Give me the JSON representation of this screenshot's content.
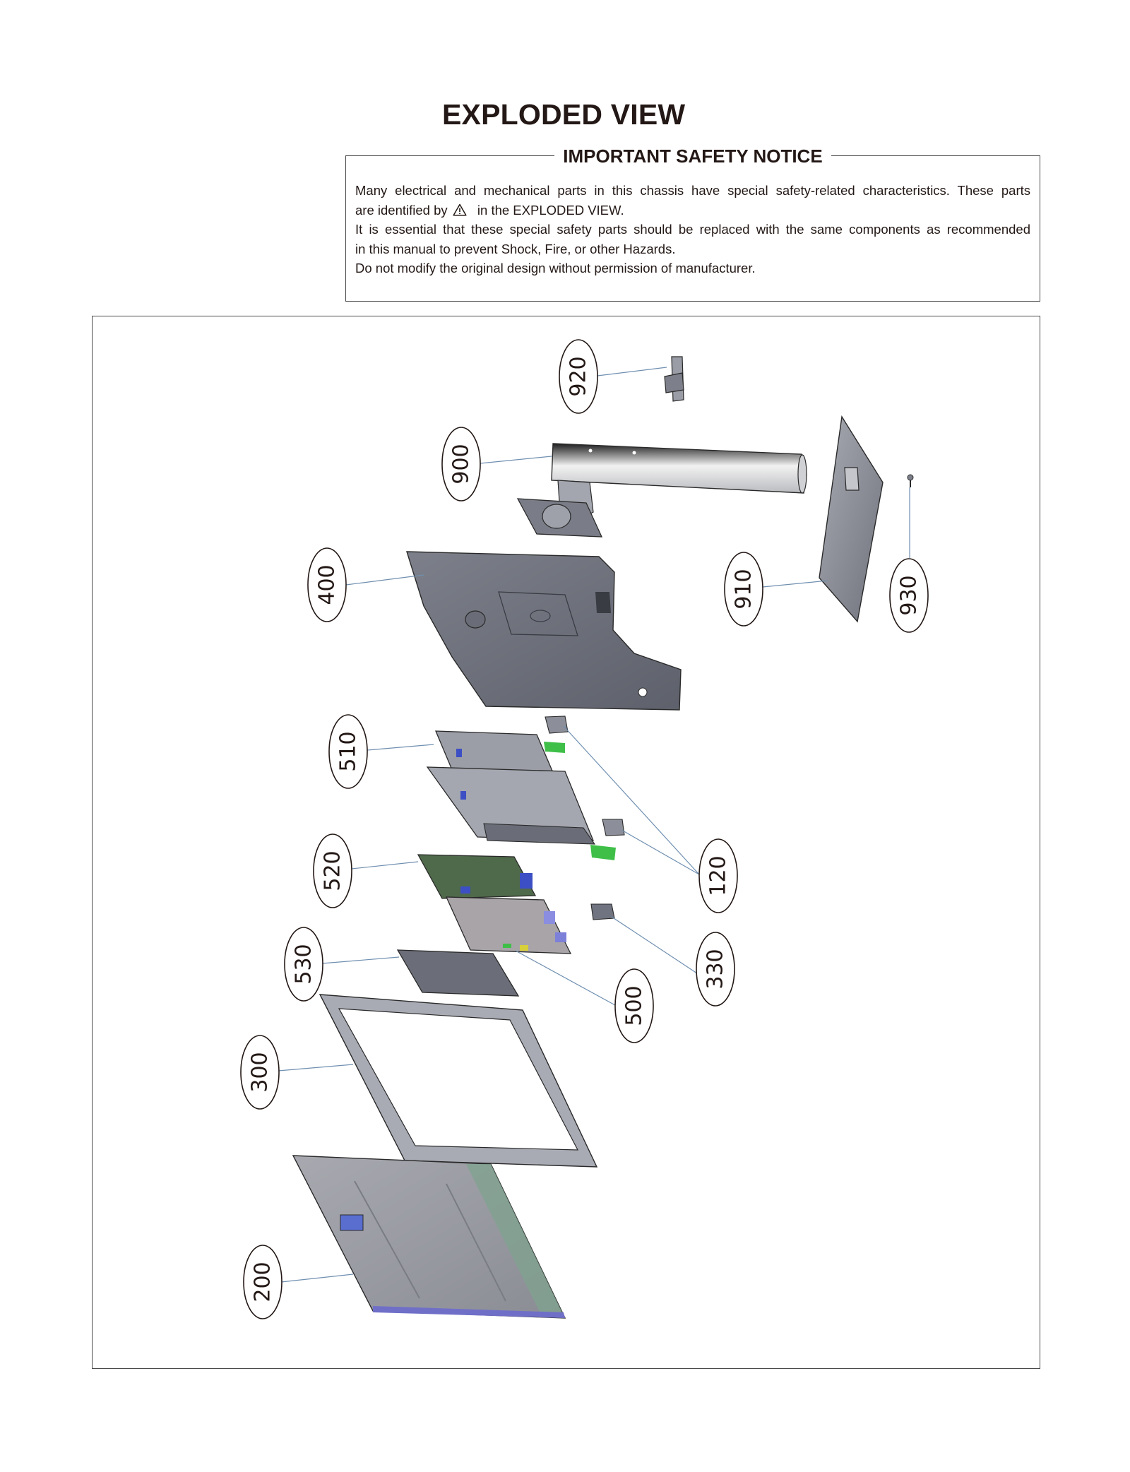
{
  "page": {
    "title": "EXPLODED VIEW"
  },
  "safety_notice": {
    "heading": "IMPORTANT SAFETY NOTICE",
    "line1": "Many electrical and mechanical parts in this chassis have special safety-related characteristics. These parts",
    "line2_before_icon": "are identified by",
    "line2_after_icon": "in the  EXPLODED VIEW.",
    "line3": "It is essential that these special safety parts should be replaced with the same components as recommended",
    "line4": "in this manual to prevent Shock, Fire, or other Hazards.",
    "line5": "Do not modify the original design without permission of manufacturer.",
    "icon": "warning-triangle-icon"
  },
  "diagram": {
    "callouts": [
      {
        "id": "callout-920",
        "label": "920",
        "part": "stand-clip"
      },
      {
        "id": "callout-900",
        "label": "900",
        "part": "stand-neck"
      },
      {
        "id": "callout-910",
        "label": "910",
        "part": "stand-base"
      },
      {
        "id": "callout-930",
        "label": "930",
        "part": "base-screw"
      },
      {
        "id": "callout-400",
        "label": "400",
        "part": "back-cover"
      },
      {
        "id": "callout-510",
        "label": "510",
        "part": "main-frame-bracket"
      },
      {
        "id": "callout-120",
        "label": "120",
        "part": "speaker-brackets"
      },
      {
        "id": "callout-520",
        "label": "520",
        "part": "power-board"
      },
      {
        "id": "callout-330",
        "label": "330",
        "part": "key-board"
      },
      {
        "id": "callout-530",
        "label": "530",
        "part": "shield-plate"
      },
      {
        "id": "callout-500",
        "label": "500",
        "part": "main-board"
      },
      {
        "id": "callout-300",
        "label": "300",
        "part": "front-bezel"
      },
      {
        "id": "callout-200",
        "label": "200",
        "part": "lcd-panel"
      }
    ],
    "colors": {
      "metal": "#8c8f99",
      "metal_dark": "#5b5e68",
      "panel": "#9a9ba3",
      "pcb": "#4f6a4a",
      "bracket_green": "#3fbf48",
      "connector_blue": "#3d4fc4",
      "leader": "#6f8fb0",
      "outline": "#2a2a2a"
    }
  }
}
